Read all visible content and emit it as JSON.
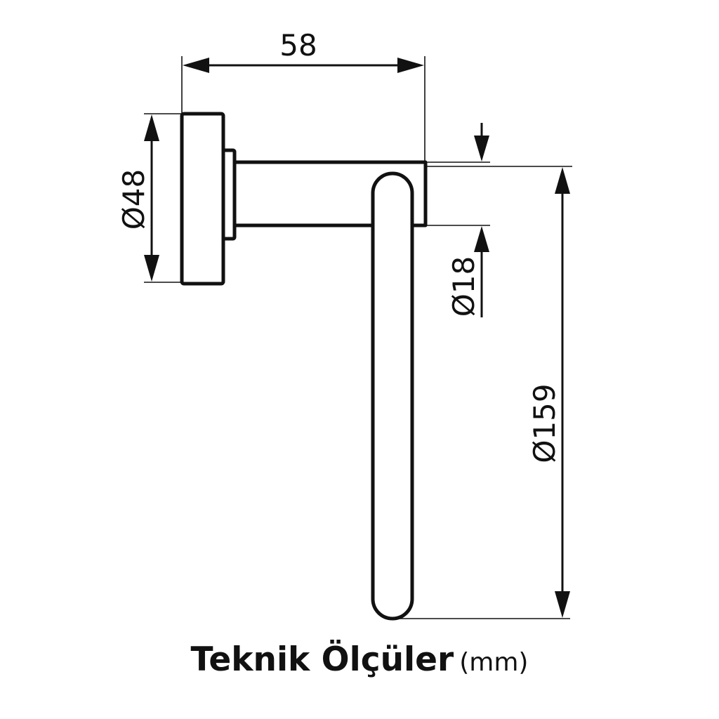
{
  "dimensions": {
    "depth": "58",
    "rosette_diameter": "Ø48",
    "bar_diameter": "Ø18",
    "ring_diameter": "Ø159"
  },
  "caption": {
    "title": "Teknik Ölçüler",
    "unit": "(mm)"
  },
  "colors": {
    "line": "#111111",
    "background": "#ffffff"
  }
}
